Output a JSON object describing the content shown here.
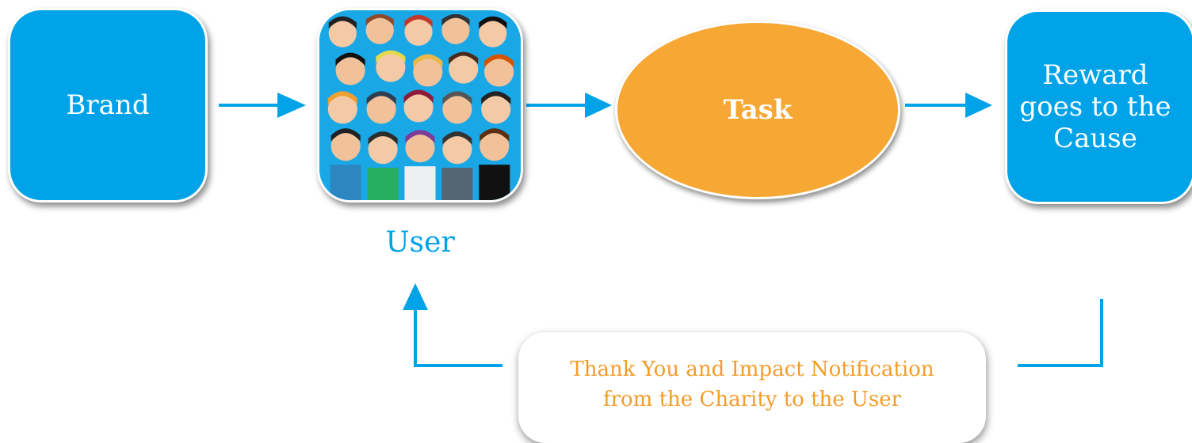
{
  "nodes": {
    "brand": "Brand",
    "user_label": "User",
    "task": "Task",
    "reward_line1": "Reward",
    "reward_line2": "goes to the",
    "reward_line3": "Cause",
    "notification_line1": "Thank You and Impact Notification",
    "notification_line2": "from the Charity to the User"
  },
  "colors": {
    "blue": "#00a3e8",
    "orange": "#f7a733",
    "notification_text": "#f39c2a"
  },
  "images": {
    "user_tile": "cartoon-crowd-illustration"
  }
}
